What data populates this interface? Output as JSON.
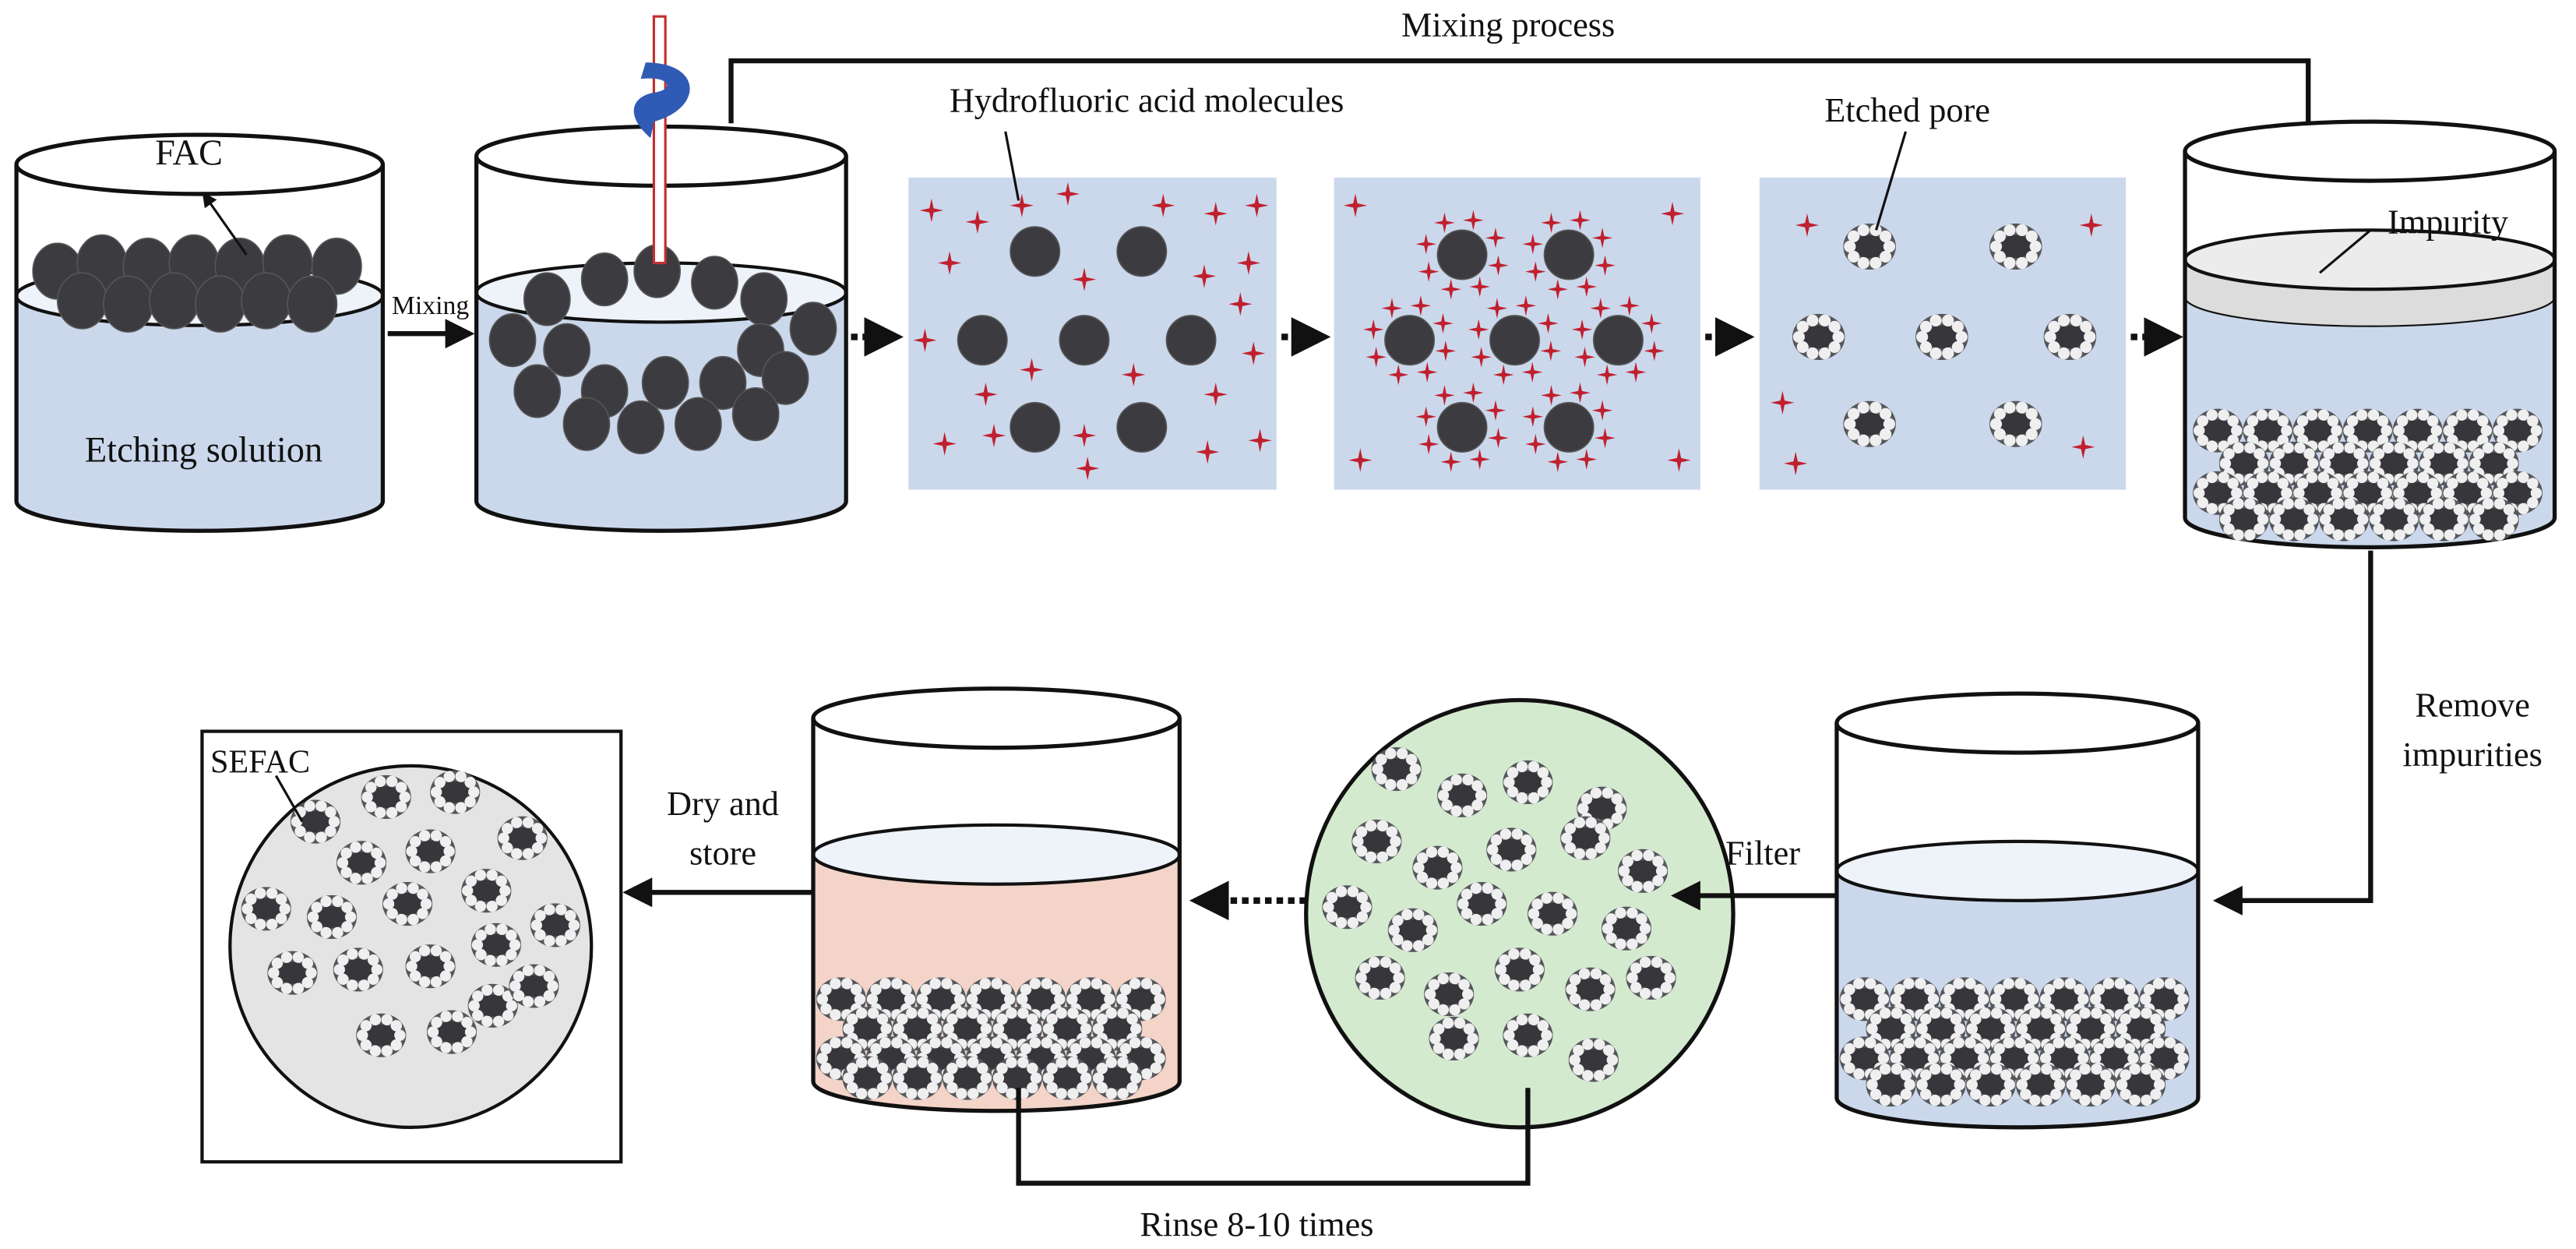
{
  "labels": {
    "fac": "FAC",
    "etching_solution": "Etching solution",
    "mixing": "Mixing",
    "mixing_process": "Mixing process",
    "hf_molecules": "Hydrofluoric acid molecules",
    "etched_pore": "Etched pore",
    "impurity": "Impurity",
    "remove_impurities_1": "Remove",
    "remove_impurities_2": "impurities",
    "filter": "Filter",
    "dry_store_1": "Dry and",
    "dry_store_2": "store",
    "rinse": "Rinse 8-10 times",
    "sefac": "SEFAC"
  },
  "colors": {
    "solution": "#cbd8ec",
    "impurity_layer": "#dcdcdc",
    "rinse_liquid": "#f4d4c8",
    "filter_disc": "#d4eacf",
    "product_disc": "#e4e4e4",
    "particle": "#3b3b40",
    "hf_molecule": "#c0202e",
    "stir_arrow": "#2f5bb5",
    "stir_rod": "#c23030"
  },
  "icons": [
    "stirrer-rod",
    "rotation-arrow-icon",
    "fac-particle",
    "hf-molecule-star",
    "etched-particle"
  ]
}
